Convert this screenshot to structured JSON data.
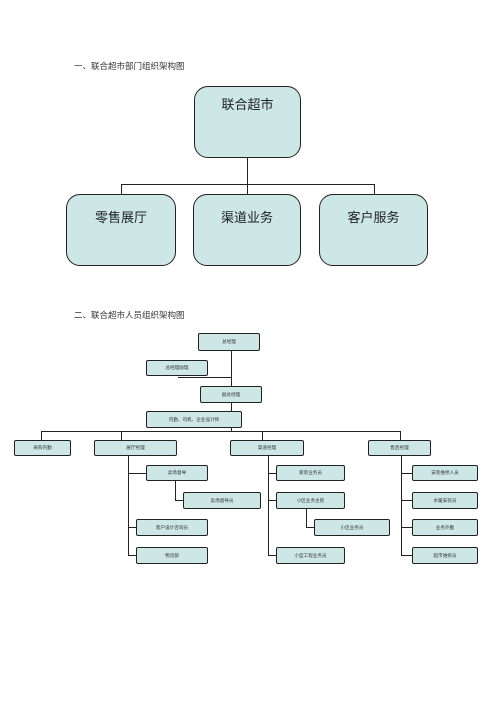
{
  "section1": {
    "title": "一、联合超市部门组织架构图",
    "root": "联合超市",
    "departments": [
      "零售展厅",
      "渠道业务",
      "客户服务"
    ]
  },
  "section2": {
    "title": "二、联合超市人员组织架构图",
    "general_manager": "总经理",
    "gm_assistant": "总经理助理",
    "deputy_gm": "副总经理",
    "support_staff": "内勤、司机、企业设计师",
    "departments": [
      "采购内勤",
      "展厅经理",
      "渠道经理",
      "售后经理"
    ],
    "showroom": {
      "supervisor": "卖场督导",
      "sales_staff": "卖场督导员",
      "designer": "客户设计咨询员",
      "logistics": "物流部"
    },
    "channel": {
      "home_sales": "家装业务员",
      "community_lead": "小区业务主管",
      "community_sales": "小区业务员",
      "small_project_sales": "小型工程业务员"
    },
    "after_sales": {
      "installers": "安装维修人员",
      "plumbing": "水暖安装员",
      "service": "业务外勤",
      "supermarket_staff": "超市维修员"
    }
  }
}
